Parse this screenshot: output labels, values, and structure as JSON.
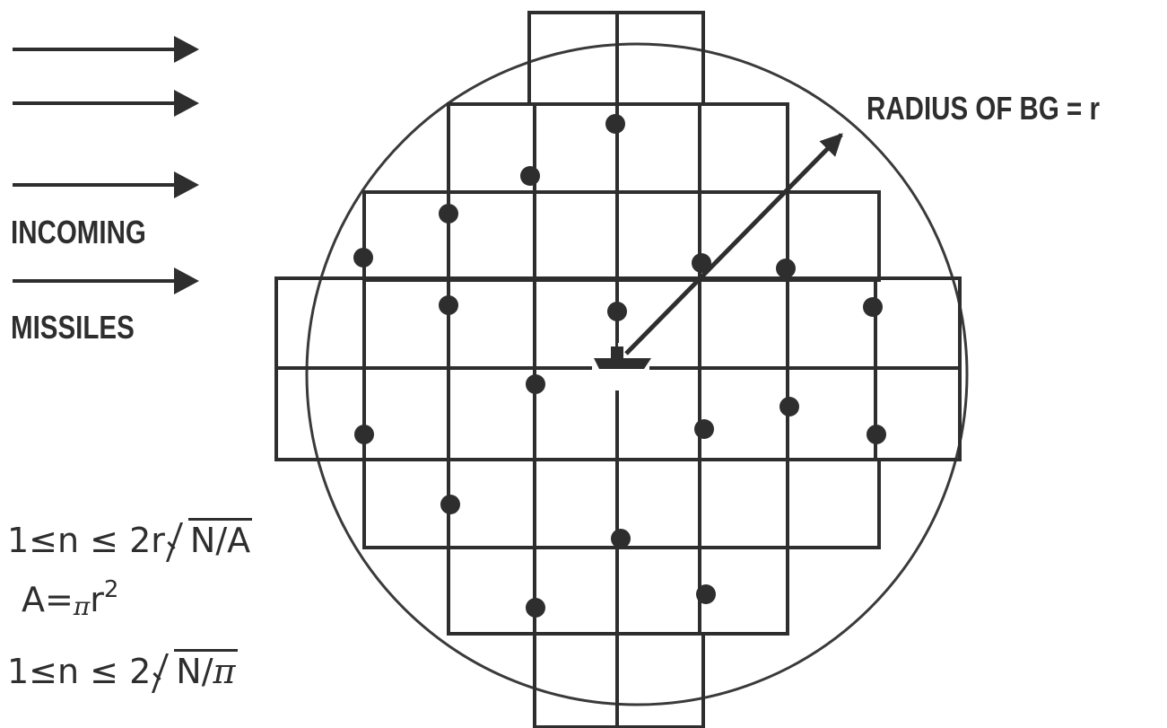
{
  "labels": {
    "incoming": "INCOMING",
    "missiles": "MISSILES",
    "radius": "RADIUS OF BG = r"
  },
  "equations": {
    "eq1_prefix": "1≤n ≤ 2r",
    "eq1_radicand": "N/A",
    "eq2_text": "A=",
    "eq2_pi": "π",
    "eq2_var": "r",
    "eq2_exp": "2",
    "eq3_prefix": "1≤n ≤ 2",
    "eq3_radicand_n": "N/",
    "eq3_radicand_pi": "π"
  },
  "colors": {
    "ink": "#2e2e2e",
    "background": "#ffffff"
  },
  "icons": [
    "arrow-icon",
    "ship-icon",
    "sensor-dot-icon"
  ]
}
